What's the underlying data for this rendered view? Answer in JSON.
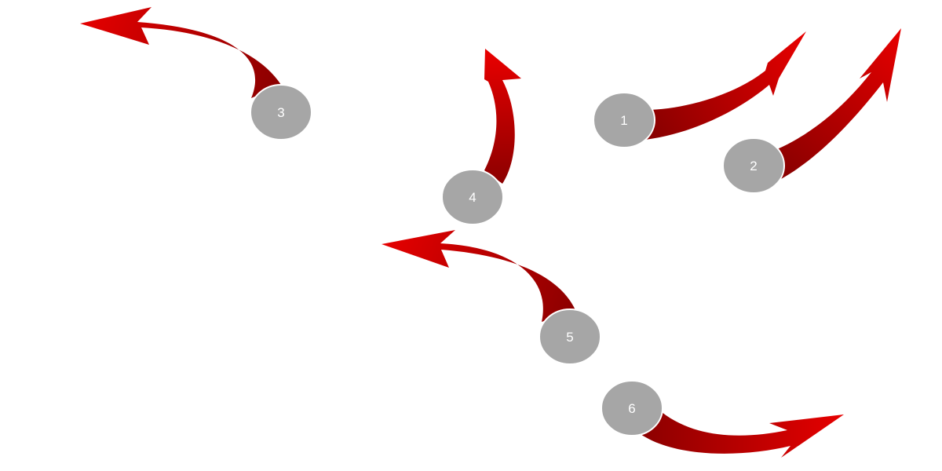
{
  "colors": {
    "arrow_light": "#e60000",
    "arrow_dark": "#8b0000",
    "circle_fill": "#a6a6a6",
    "circle_stroke": "#ffffff",
    "label": "#ffffff"
  },
  "nodes": [
    {
      "label": "1"
    },
    {
      "label": "2"
    },
    {
      "label": "3"
    },
    {
      "label": "4"
    },
    {
      "label": "5"
    },
    {
      "label": "6"
    }
  ]
}
